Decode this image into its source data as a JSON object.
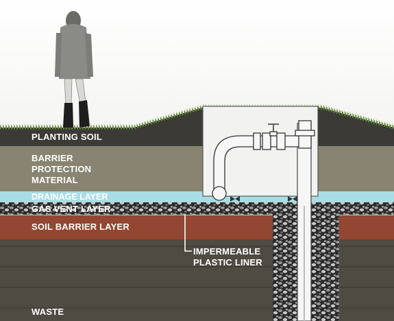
{
  "labels": {
    "planting_soil": "PLANTING SOIL",
    "barrier_line1": "BARRIER",
    "barrier_line2": "PROTECTION",
    "barrier_line3": "MATERIAL",
    "drainage": "DRAINAGE LAYER",
    "gas_vent": "GAS VENT LAYER",
    "soil_barrier": "SOIL BARRIER LAYER",
    "liner_line1": "IMPERMEABLE",
    "liner_line2": "PLASTIC LINER",
    "waste": "WASTE"
  },
  "colors": {
    "planting_soil": "#3b3a35",
    "barrier_protection": "#8f8b78",
    "drainage": "#a9dde4",
    "soil_barrier": "#9a4a34",
    "waste": "#4e4b42",
    "grass": "#5f8a3a"
  }
}
